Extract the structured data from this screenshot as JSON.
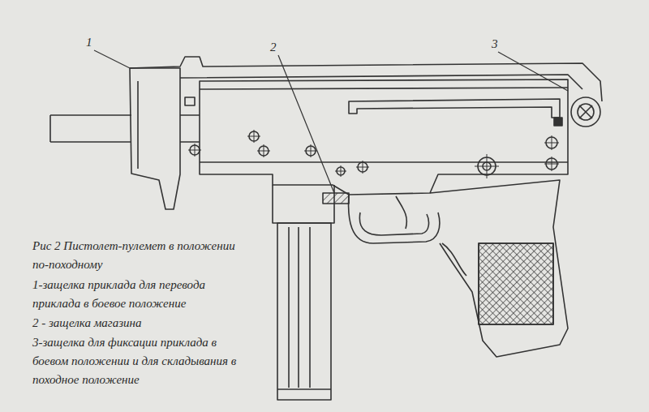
{
  "diagram": {
    "caption": "Рис 2 Пистолет-пулемет в положении по-походному",
    "labels": [
      "1",
      "2",
      "3",
      "1-защелка приклада для перевода приклада в боевое положение",
      "2 - защелка магазина",
      "3-защелка для фиксации приклада в боевом положении и для складывания в походное положение"
    ]
  }
}
